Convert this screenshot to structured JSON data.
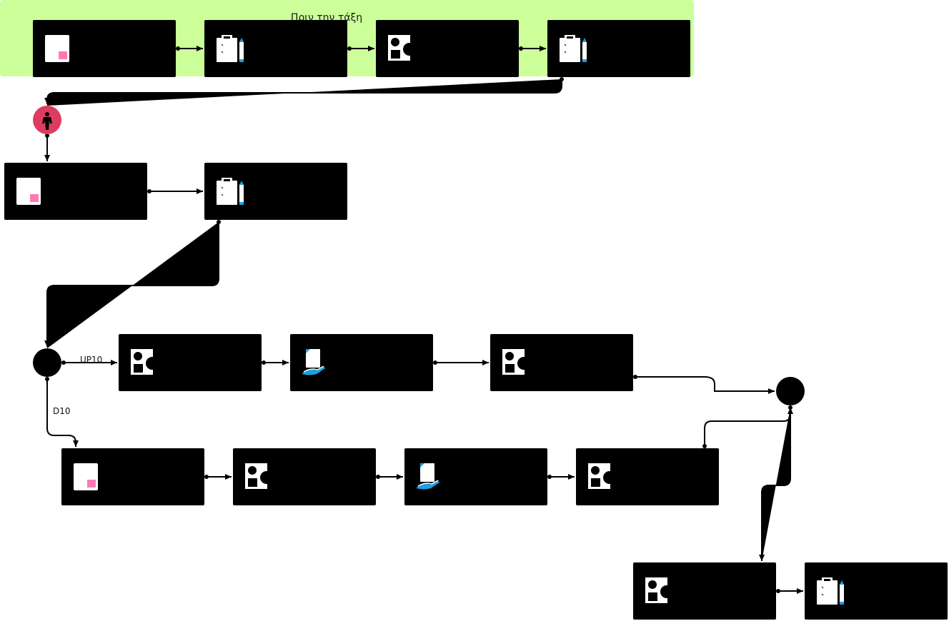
{
  "lane": {
    "label": "Πριν την τάξη",
    "color": "#ccff99"
  },
  "colors": {
    "node": "#000000",
    "person": "#dd3c61",
    "pink": "#ff7ab3",
    "blue": "#1aa0e0",
    "white": "#ffffff"
  },
  "nodes": [
    {
      "id": "n1",
      "icon": "page-icon"
    },
    {
      "id": "n2",
      "icon": "checklist-icon"
    },
    {
      "id": "n3",
      "icon": "shapes-icon"
    },
    {
      "id": "n4",
      "icon": "checklist-icon"
    },
    {
      "id": "p1",
      "icon": "person-icon"
    },
    {
      "id": "n5",
      "icon": "page-icon"
    },
    {
      "id": "n6",
      "icon": "checklist-icon"
    },
    {
      "id": "c1",
      "icon": "decision-node"
    },
    {
      "id": "n7",
      "icon": "shapes-icon"
    },
    {
      "id": "n8",
      "icon": "hand-doc-icon"
    },
    {
      "id": "n9",
      "icon": "shapes-icon"
    },
    {
      "id": "c2",
      "icon": "merge-node"
    },
    {
      "id": "n10",
      "icon": "page-icon"
    },
    {
      "id": "n11",
      "icon": "shapes-icon"
    },
    {
      "id": "n12",
      "icon": "hand-doc-icon"
    },
    {
      "id": "n13",
      "icon": "shapes-icon"
    },
    {
      "id": "n14",
      "icon": "shapes-icon"
    },
    {
      "id": "n15",
      "icon": "checklist-icon"
    }
  ],
  "edge_labels": {
    "up": "UP10",
    "down": "D10"
  }
}
